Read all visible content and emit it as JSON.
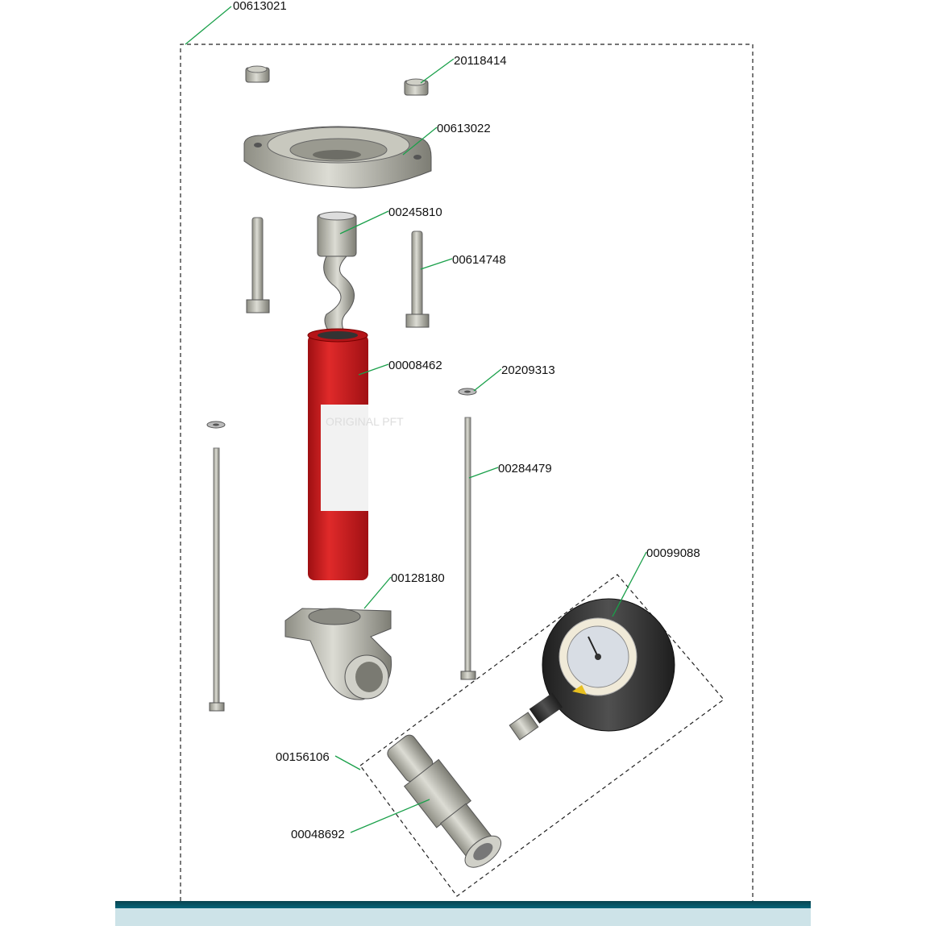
{
  "diagram": {
    "assembly_number": "00613021",
    "parts": [
      {
        "number": "20118414"
      },
      {
        "number": "00613022"
      },
      {
        "number": "00245810"
      },
      {
        "number": "00614748"
      },
      {
        "number": "00008462"
      },
      {
        "number": "20209313"
      },
      {
        "number": "00284479"
      },
      {
        "number": "00099088"
      },
      {
        "number": "00128180"
      },
      {
        "number": "00156106"
      },
      {
        "number": "00048692"
      }
    ],
    "stator_label": "ORIGINAL PFT",
    "colors": {
      "leader_line": "#1aa04a",
      "stator": "#c8161b",
      "metal": "#b8b8ae",
      "footer_bar": "#05596a",
      "footer_band": "#cde3e8"
    }
  }
}
